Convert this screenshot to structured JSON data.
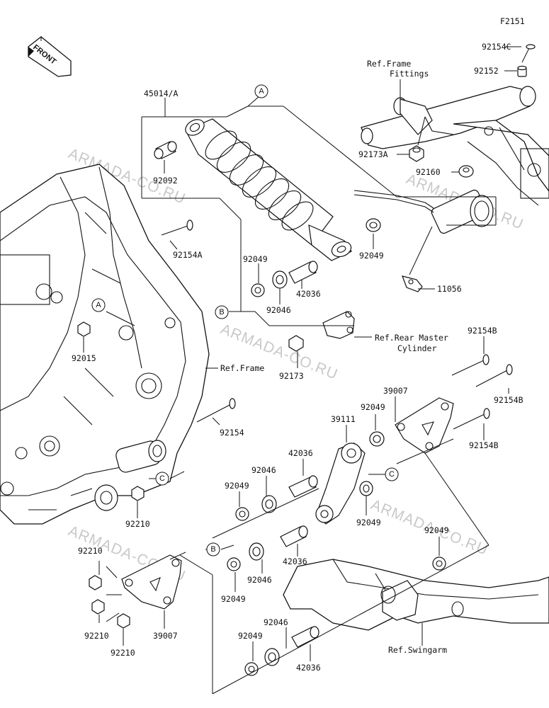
{
  "diagram_code": "F2151",
  "front_badge": "FRONT",
  "watermark": "ARMADA-CO.RU",
  "references": {
    "frame_fittings_line1": "Ref.Frame",
    "frame_fittings_line2": "Fittings",
    "rear_master_line1": "Ref.Rear Master",
    "rear_master_line2": "Cylinder",
    "frame": "Ref.Frame",
    "swingarm": "Ref.Swingarm"
  },
  "callouts": {
    "a": "A",
    "b": "B",
    "c": "C"
  },
  "part_labels": [
    "92154C",
    "92152",
    "45014/A",
    "92092",
    "92173A",
    "92160",
    "92154A",
    "92049",
    "92049",
    "42036",
    "92046",
    "11056",
    "92015",
    "92173",
    "92154B",
    "39007",
    "92049",
    "92154B",
    "39111",
    "92154",
    "92154B",
    "42036",
    "92046",
    "92049",
    "92210",
    "92049",
    "42036",
    "92049",
    "92210",
    "92046",
    "92049",
    "92210",
    "39007",
    "92210",
    "92046",
    "92049",
    "42036"
  ]
}
